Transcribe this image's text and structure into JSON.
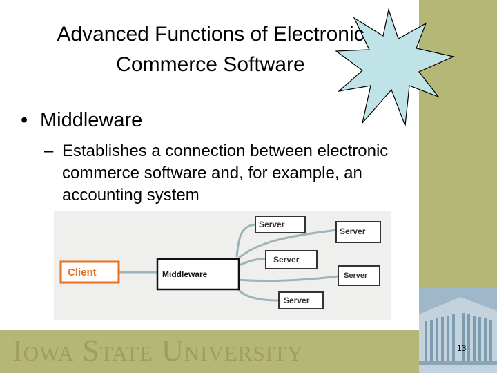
{
  "slide": {
    "title_line1": "Advanced Functions of Electronic",
    "title_line2": "Commerce Software",
    "bullet": "Middleware",
    "bullet_symbol": "•",
    "sub_dash": "–",
    "sub_text": "Establishes a connection between electronic commerce software and, for example, an accounting system",
    "page_number": "13"
  },
  "diagram": {
    "client": "Client",
    "middleware": "Middleware",
    "servers": [
      "Server",
      "Server",
      "Server",
      "Server",
      "Server"
    ]
  },
  "footer": {
    "university": "Iowa State University"
  },
  "colors": {
    "band": "#b4b776",
    "starburst_fill": "#bfe3e6",
    "client_orange": "#e8711d",
    "connector": "#9db3b9"
  }
}
